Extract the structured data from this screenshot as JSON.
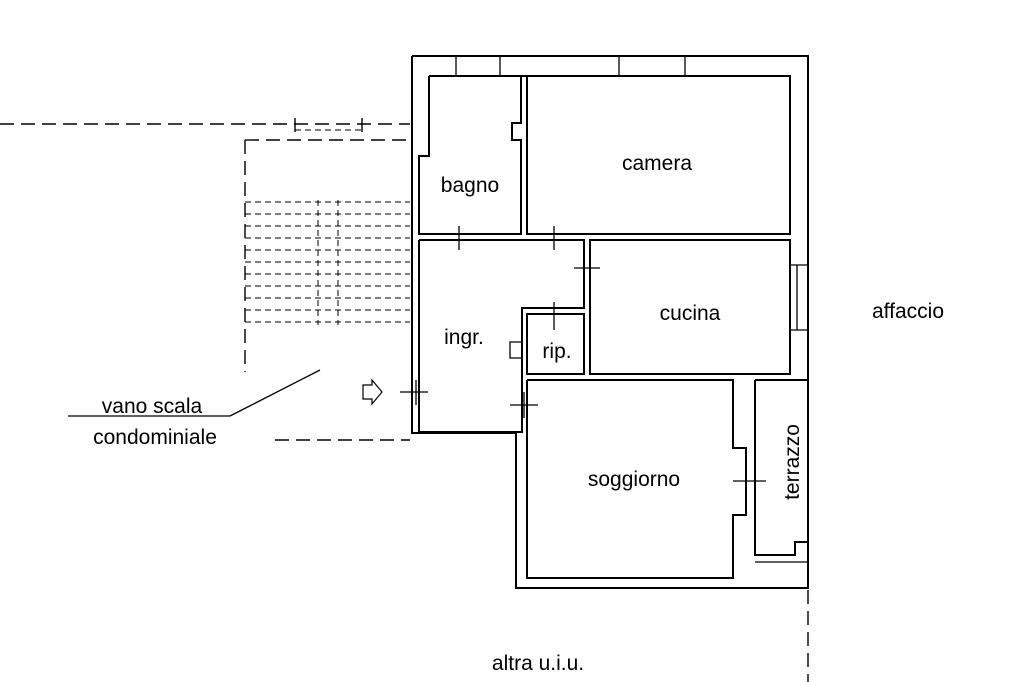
{
  "plan": {
    "rooms": {
      "bagno": "bagno",
      "camera": "camera",
      "cucina": "cucina",
      "ingresso": "ingr.",
      "ripostiglio": "rip.",
      "soggiorno": "soggiorno",
      "terrazzo": "terrazzo"
    },
    "outside": {
      "affaccio": "affaccio",
      "vano_scala_line1": "vano scala",
      "vano_scala_line2": "condominiale",
      "altra_uiu": "altra u.i.u."
    }
  }
}
